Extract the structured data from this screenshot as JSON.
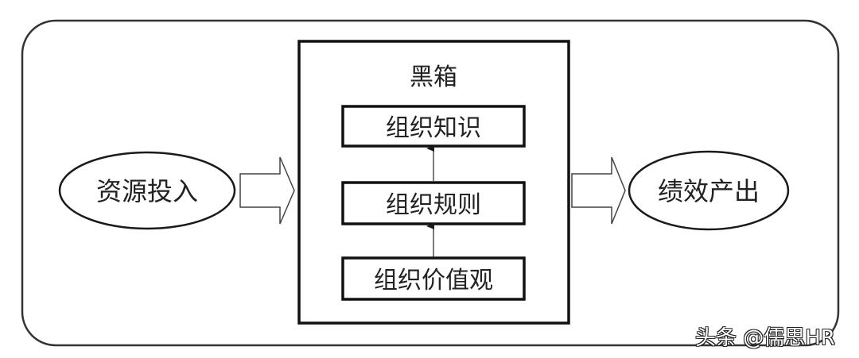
{
  "diagram": {
    "input": {
      "label": "资源投入"
    },
    "black_box": {
      "title": "黑箱",
      "layers": [
        {
          "label": "组织知识"
        },
        {
          "label": "组织规则"
        },
        {
          "label": "组织价值观"
        }
      ],
      "flow": "组织价值观 → 组织规则 → 组织知识"
    },
    "output": {
      "label": "绩效产出"
    },
    "flow": "资源投入 → 黑箱 → 绩效产出"
  },
  "watermark": {
    "text": "头条 @儒思HR"
  },
  "colors": {
    "stroke": "#1a1a1a",
    "background": "#ffffff",
    "text": "#222222"
  }
}
